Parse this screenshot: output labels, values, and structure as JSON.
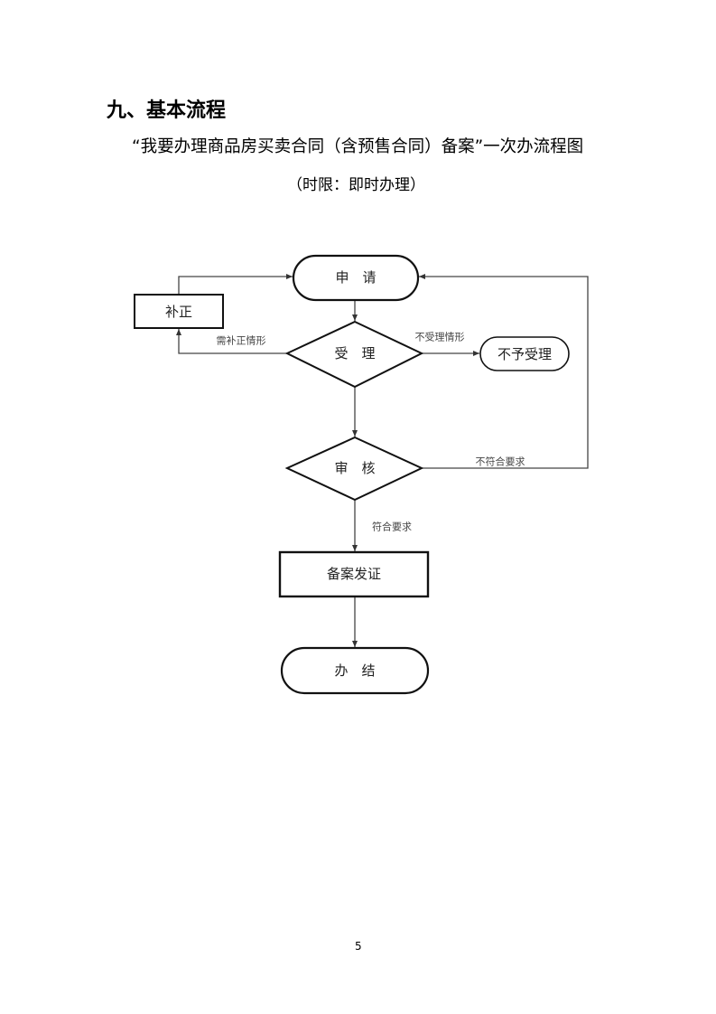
{
  "heading": "九、基本流程",
  "subtitle": "“我要办理商品房买卖合同（含预售合同）备案”一次办流程图",
  "time_limit": "（时限：即时办理）",
  "flowchart": {
    "nodes": {
      "apply": "申　请",
      "correct": "补正",
      "accept": "受　理",
      "reject": "不予受理",
      "review": "审　核",
      "certify": "备案发证",
      "finish": "办　结"
    },
    "edges": {
      "need_correction": "需补正情形",
      "not_accepted": "不受理情形",
      "not_compliant": "不符合要求",
      "compliant": "符合要求"
    }
  },
  "page_number": "5"
}
